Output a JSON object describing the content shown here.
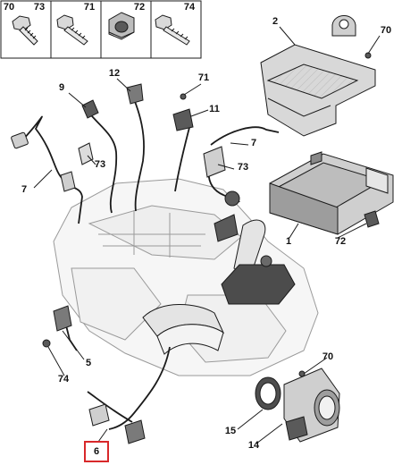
{
  "colors": {
    "ink": "#1b1b1b",
    "part": "#efefef",
    "ghost": "#f6f6f6",
    "dark": "#5a5a5a",
    "highlight": "#d8282a"
  },
  "legend": [
    {
      "ref": "70",
      "icon": "flange-bolt-icon"
    },
    {
      "ref": "73",
      "icon": "hex-bolt-icon"
    },
    {
      "ref": "71",
      "icon": "threaded-bolt-icon"
    },
    {
      "ref": "72",
      "icon": "flange-nut-icon"
    },
    {
      "ref": "74",
      "icon": "long-bolt-icon"
    }
  ],
  "callouts": [
    {
      "ref": "2"
    },
    {
      "ref": "70"
    },
    {
      "ref": "12"
    },
    {
      "ref": "71"
    },
    {
      "ref": "9"
    },
    {
      "ref": "11"
    },
    {
      "ref": "7"
    },
    {
      "ref": "73"
    },
    {
      "ref": "7"
    },
    {
      "ref": "73"
    },
    {
      "ref": "1"
    },
    {
      "ref": "72"
    },
    {
      "ref": "5"
    },
    {
      "ref": "74"
    },
    {
      "ref": "70"
    },
    {
      "ref": "15"
    },
    {
      "ref": "14"
    }
  ],
  "highlighted_part": {
    "ref": "6"
  }
}
